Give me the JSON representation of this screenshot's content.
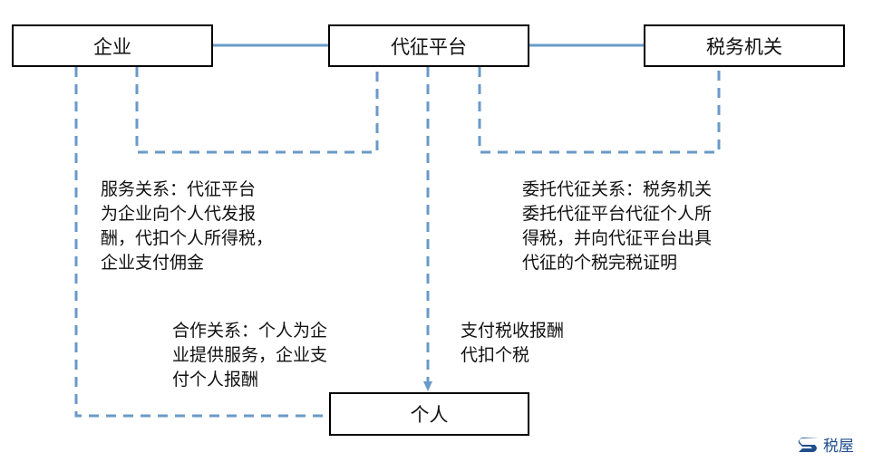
{
  "nodes": {
    "enterprise": "企业",
    "platform": "代征平台",
    "tax_authority": "税务机关",
    "individual": "个人"
  },
  "notes": {
    "service_relation": "服务关系：代征平台\n为企业向个人代发报\n酬，代扣个人所得税，\n企业支付佣金",
    "entrust_relation": "委托代征关系：税务机关\n委托代征平台代征个人所\n得税，并向代征平台出具\n代征的个税完税证明",
    "cooperation_relation": "合作关系：个人为企\n业提供服务，企业支\n付个人报酬",
    "payment_note": "支付税收报酬\n代扣个税"
  },
  "colors": {
    "connector": "#6a9ac8",
    "border": "#000000",
    "logo": "#1f4e8c"
  },
  "logo": {
    "icon": "s-logo-icon",
    "text": "税屋"
  }
}
